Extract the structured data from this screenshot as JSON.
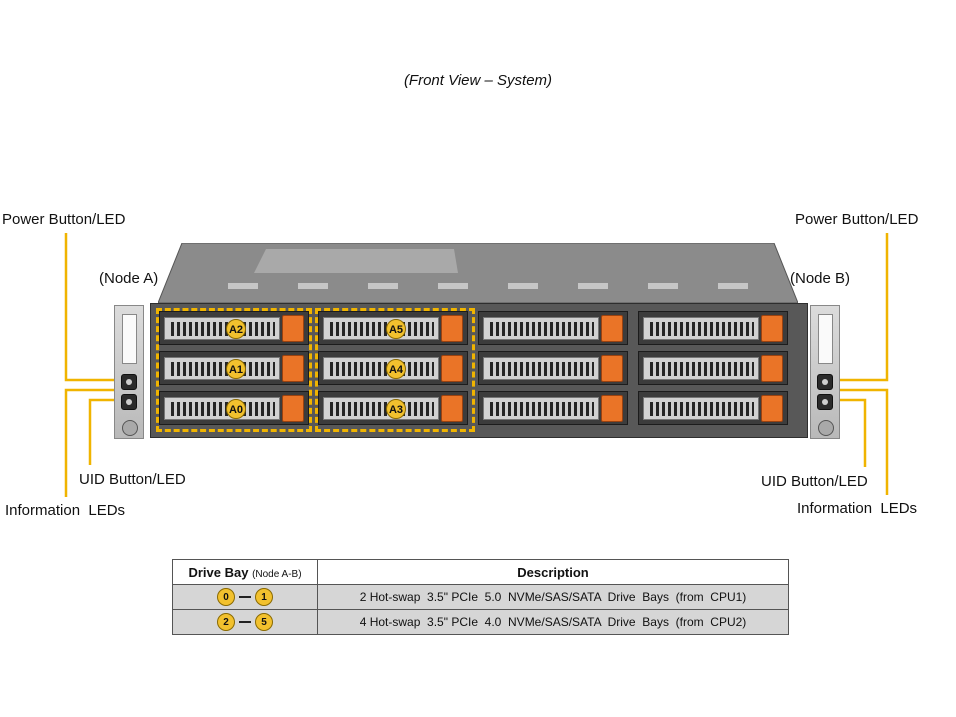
{
  "caption": "(Front View – System)",
  "labels": {
    "power_left": "Power Button/LED",
    "node_a": "(Node A)",
    "uid_left": "UID Button/LED",
    "info_left": "Information  LEDs",
    "power_right": "Power Button/LED",
    "node_b": "(Node B)",
    "uid_right": "UID Button/LED",
    "info_right": "Information  LEDs"
  },
  "bay_badges": [
    "A2",
    "A1",
    "A0",
    "A5",
    "A4",
    "A3"
  ],
  "callout_color": "#f0b400",
  "latch_color": "#ea7427",
  "table": {
    "header_bay": "Drive Bay",
    "header_bay_note": "(Node A-B)",
    "header_desc": "Description",
    "rows": [
      {
        "from": "0",
        "to": "1",
        "desc": "2 Hot-swap  3.5\" PCIe  5.0  NVMe/SAS/SATA  Drive  Bays  (from  CPU1)"
      },
      {
        "from": "2",
        "to": "5",
        "desc": "4 Hot-swap  3.5\" PCIe  4.0  NVMe/SAS/SATA  Drive  Bays  (from  CPU2)"
      }
    ]
  }
}
